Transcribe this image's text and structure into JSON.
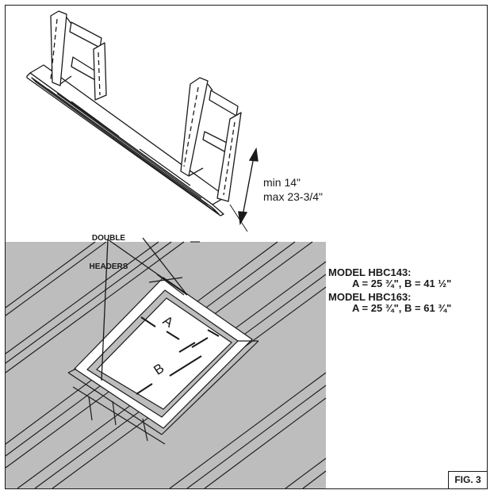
{
  "figure": {
    "fig_label": "FIG. 3",
    "height_min": "min 14\"",
    "height_max": "max 23-3/4\"",
    "header_label_1": "DOUBLE",
    "header_label_2": "HEADERS",
    "dim_a_letter": "A",
    "dim_b_letter": "B",
    "models": [
      {
        "name": "MODEL HBC143:",
        "spec": "A = 25 ¾\", B = 41 ½\""
      },
      {
        "name": "MODEL HBC163:",
        "spec": "A = 25 ¾\", B = 61 ¾\""
      }
    ],
    "colors": {
      "ink": "#1a1a1a",
      "ceiling_fill": "#bdbdbd",
      "frame_fill": "#ffffff"
    }
  }
}
